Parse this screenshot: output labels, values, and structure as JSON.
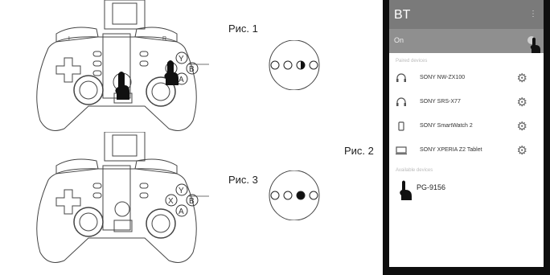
{
  "figures": {
    "fig1_label": "Рис. 1",
    "fig2_label": "Рис. 2",
    "fig3_label": "Рис. 3"
  },
  "controller": {
    "left_shoulder": "L",
    "right_shoulder": "R",
    "buttons": {
      "y": "Y",
      "x": "X",
      "b": "B",
      "a": "A"
    }
  },
  "led_indicators": {
    "fig1": [
      "off",
      "off",
      "half",
      "off"
    ],
    "fig3": [
      "off",
      "off",
      "on",
      "off"
    ]
  },
  "phone": {
    "title": "BT",
    "menu_icon": "overflow-menu-icon",
    "toggle_label": "On",
    "paired_header": "Paired devices",
    "available_header": "Available devices",
    "paired_devices": [
      {
        "name": "SONY NW-ZX100",
        "icon": "headphones-icon"
      },
      {
        "name": "SONY SRS-X77",
        "icon": "headphones-icon"
      },
      {
        "name": "SONY SmartWatch 2",
        "icon": "watch-icon"
      },
      {
        "name": "SONY XPERIA Z2 Tablet",
        "icon": "tablet-icon"
      }
    ],
    "available_device": "PG-9156"
  },
  "colors": {
    "appbar": "#7a7a7a",
    "onbar": "#8f8f8f",
    "phone_frame": "#0e0e0e"
  }
}
